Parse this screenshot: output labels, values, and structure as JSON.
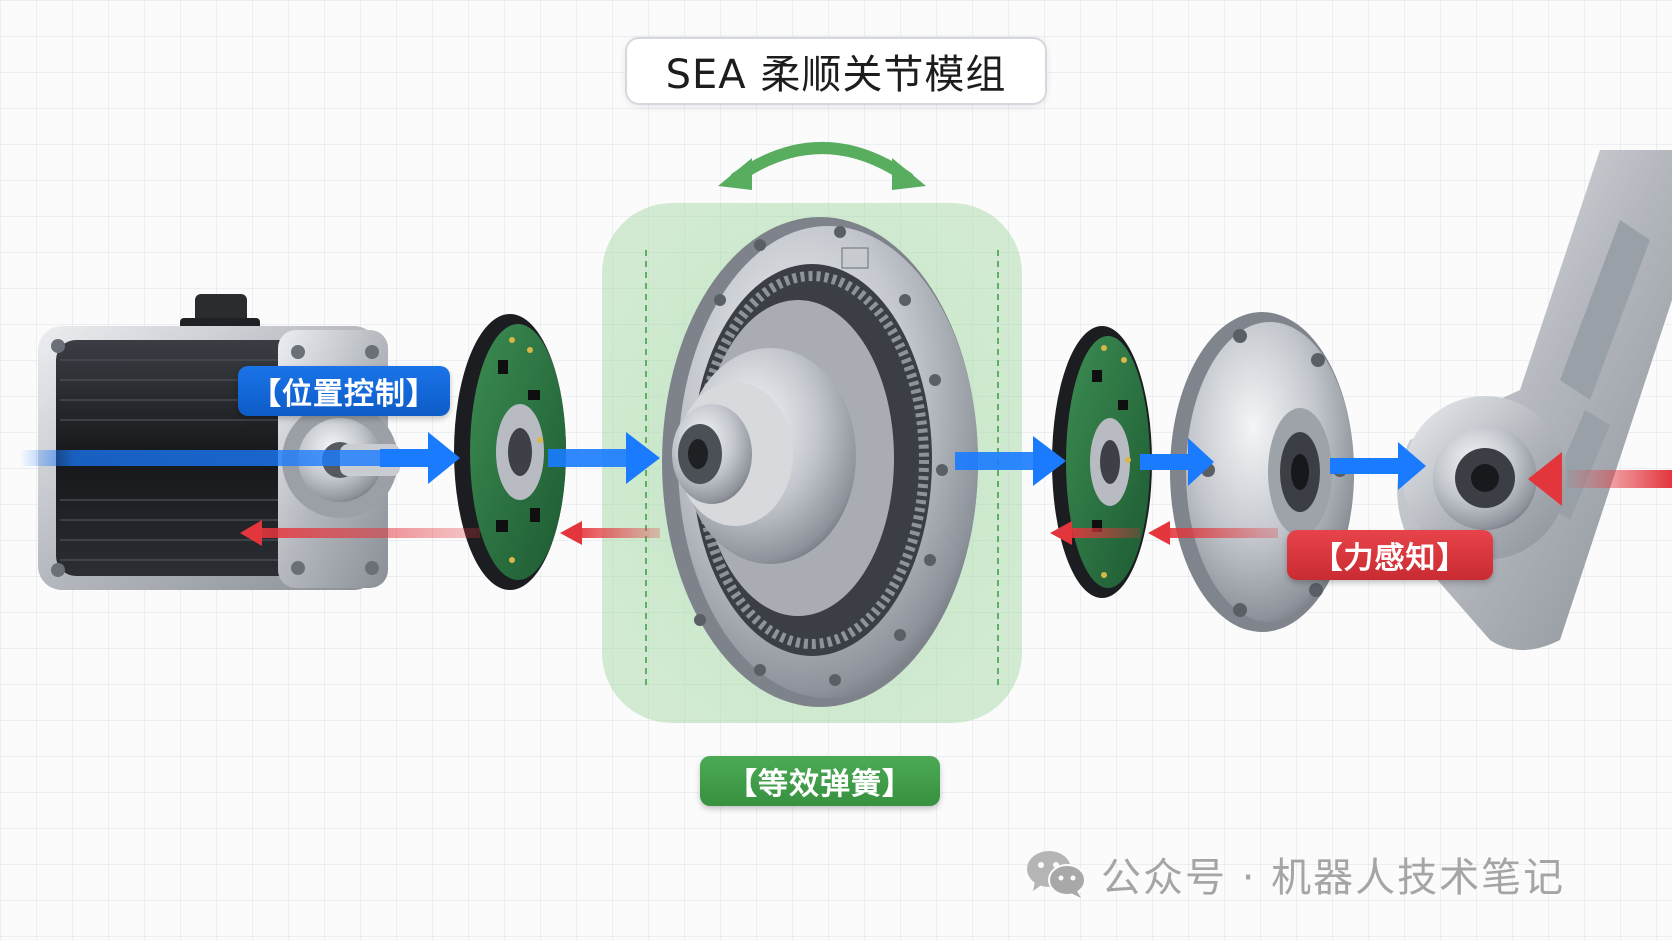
{
  "title": "SEA 柔顺关节模组",
  "labels": {
    "position_control": "【位置控制】",
    "force_sensing": "【力感知】",
    "equivalent_spring": "【等效弹簧】"
  },
  "watermark": {
    "text": "公众号 · 机器人技术笔记",
    "icon": "wechat-icon"
  },
  "colors": {
    "control_blue": "#1a74e8",
    "feedback_red": "#e0353c",
    "spring_green": "#4caa55"
  }
}
